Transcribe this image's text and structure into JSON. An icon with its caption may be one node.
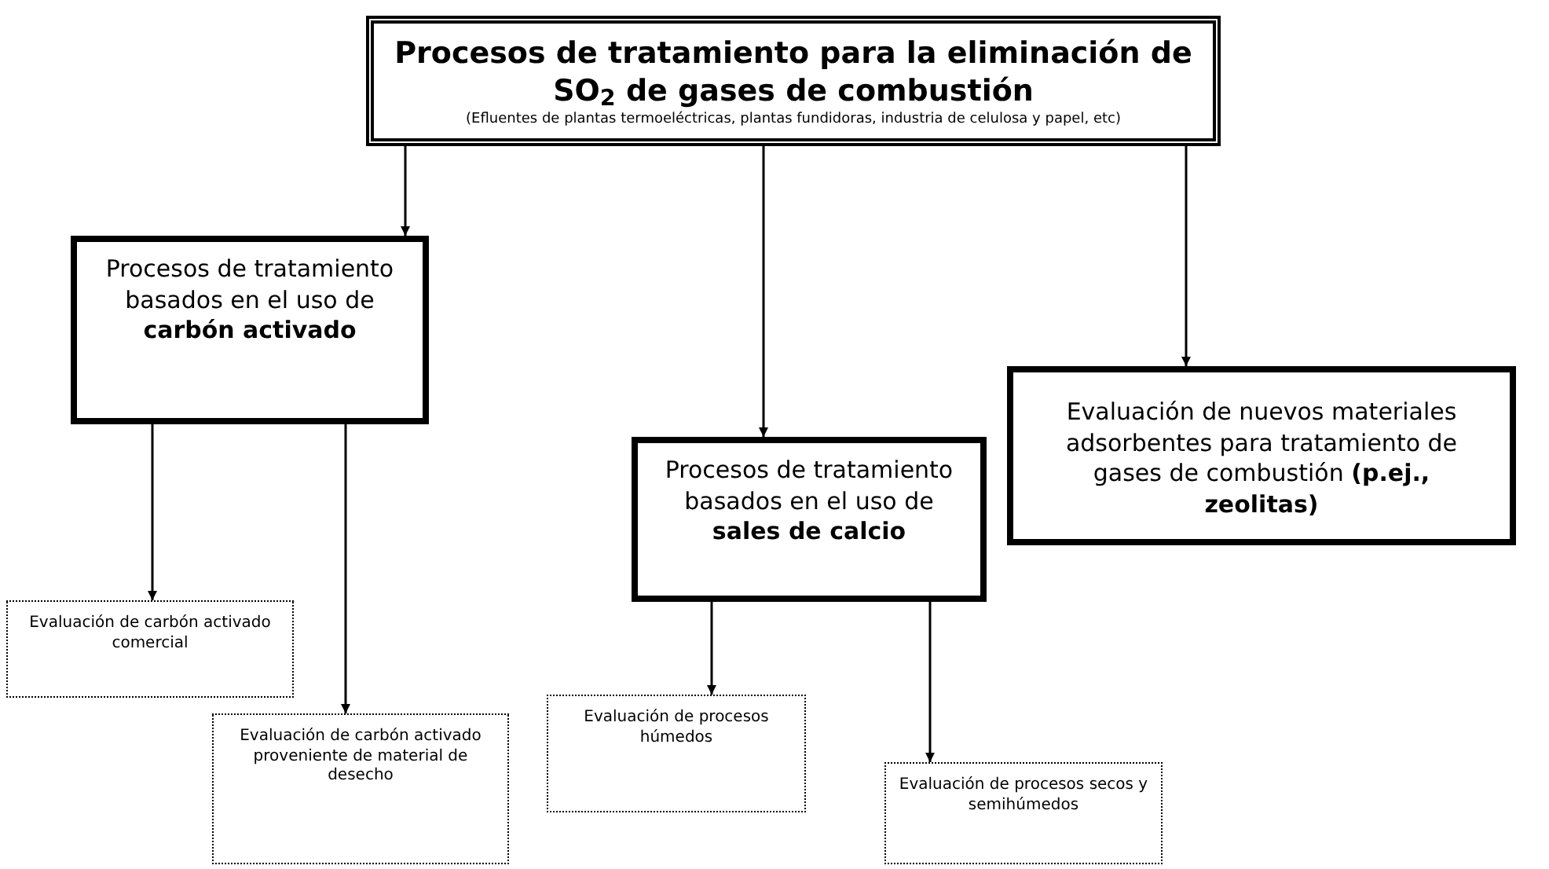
{
  "diagram": {
    "nodes": [
      {
        "text": [
          "Procesos de tratamiento para la eliminación de SO$_{2}$ de gases de combustión",
          "(Efluentes de plantas termoeléctricas, plantas fundidoras, industria de celulosa y papel, etc)"
        ]
      },
      {
        "text": [
          "Procesos de tratamiento basados en el uso de **carbón activado**"
        ]
      },
      {
        "text": [
          "Procesos de tratamiento basados en el uso de **sales de calcio**"
        ]
      },
      {
        "text": [
          "Evaluación de nuevos materiales adsorbentes para tratamiento de gases de combustión **(p.ej., zeolitas)**"
        ]
      },
      {
        "text": [
          "Evaluación de carbón activado comercial"
        ]
      },
      {
        "text": [
          "Evaluación de carbón activado proveniente de material de desecho"
        ]
      },
      {
        "text": [
          "Evaluación de procesos húmedos"
        ]
      },
      {
        "text": [
          "Evaluación de procesos secos y semihúmedos"
        ]
      }
    ],
    "edges": [
      {
        "from": 0,
        "to": 1,
        "arrow": "to"
      },
      {
        "from": 0,
        "to": 2,
        "arrow": "to"
      },
      {
        "from": 0,
        "to": 3,
        "arrow": "to"
      },
      {
        "from": 1,
        "to": 4,
        "arrow": "to"
      },
      {
        "from": 1,
        "to": 5,
        "arrow": "to"
      },
      {
        "from": 2,
        "to": 6,
        "arrow": "to"
      },
      {
        "from": 2,
        "to": 7,
        "arrow": "to"
      }
    ]
  }
}
